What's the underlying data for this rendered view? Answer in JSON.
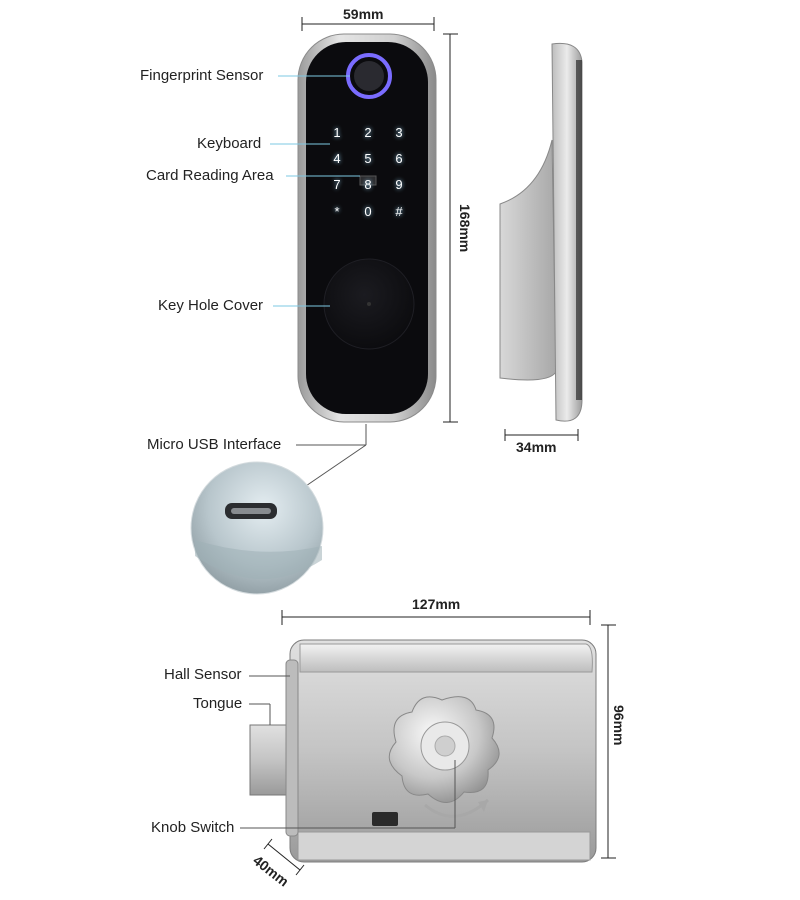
{
  "dimensions": {
    "front_width": "59mm",
    "front_height": "168mm",
    "side_depth": "34mm",
    "body_width": "127mm",
    "body_height": "96mm",
    "body_depth": "40mm"
  },
  "callouts": {
    "fingerprint_sensor": "Fingerprint Sensor",
    "keyboard": "Keyboard",
    "card_reading_area": "Card Reading Area",
    "key_hole_cover": "Key Hole Cover",
    "micro_usb_interface": "Micro USB Interface",
    "hall_sensor": "Hall Sensor",
    "tongue": "Tongue",
    "knob_switch": "Knob Switch"
  },
  "keypad": {
    "keys": [
      "1",
      "2",
      "3",
      "4",
      "5",
      "6",
      "7",
      "8",
      "9",
      "*",
      "0",
      "#"
    ]
  },
  "colors": {
    "callout_line": "#7ec8e3",
    "panel_black": "#0a0a0d",
    "fingerprint_ring": "#6b5bff",
    "keypad_glow": "#ffffff",
    "metal": "#b9b9b9"
  },
  "icons": {
    "fingerprint": "fingerprint-icon",
    "usb_port": "micro-usb-port-icon",
    "knob": "rotary-knob-icon",
    "rotate_arrow": "rotate-arrow-icon"
  }
}
